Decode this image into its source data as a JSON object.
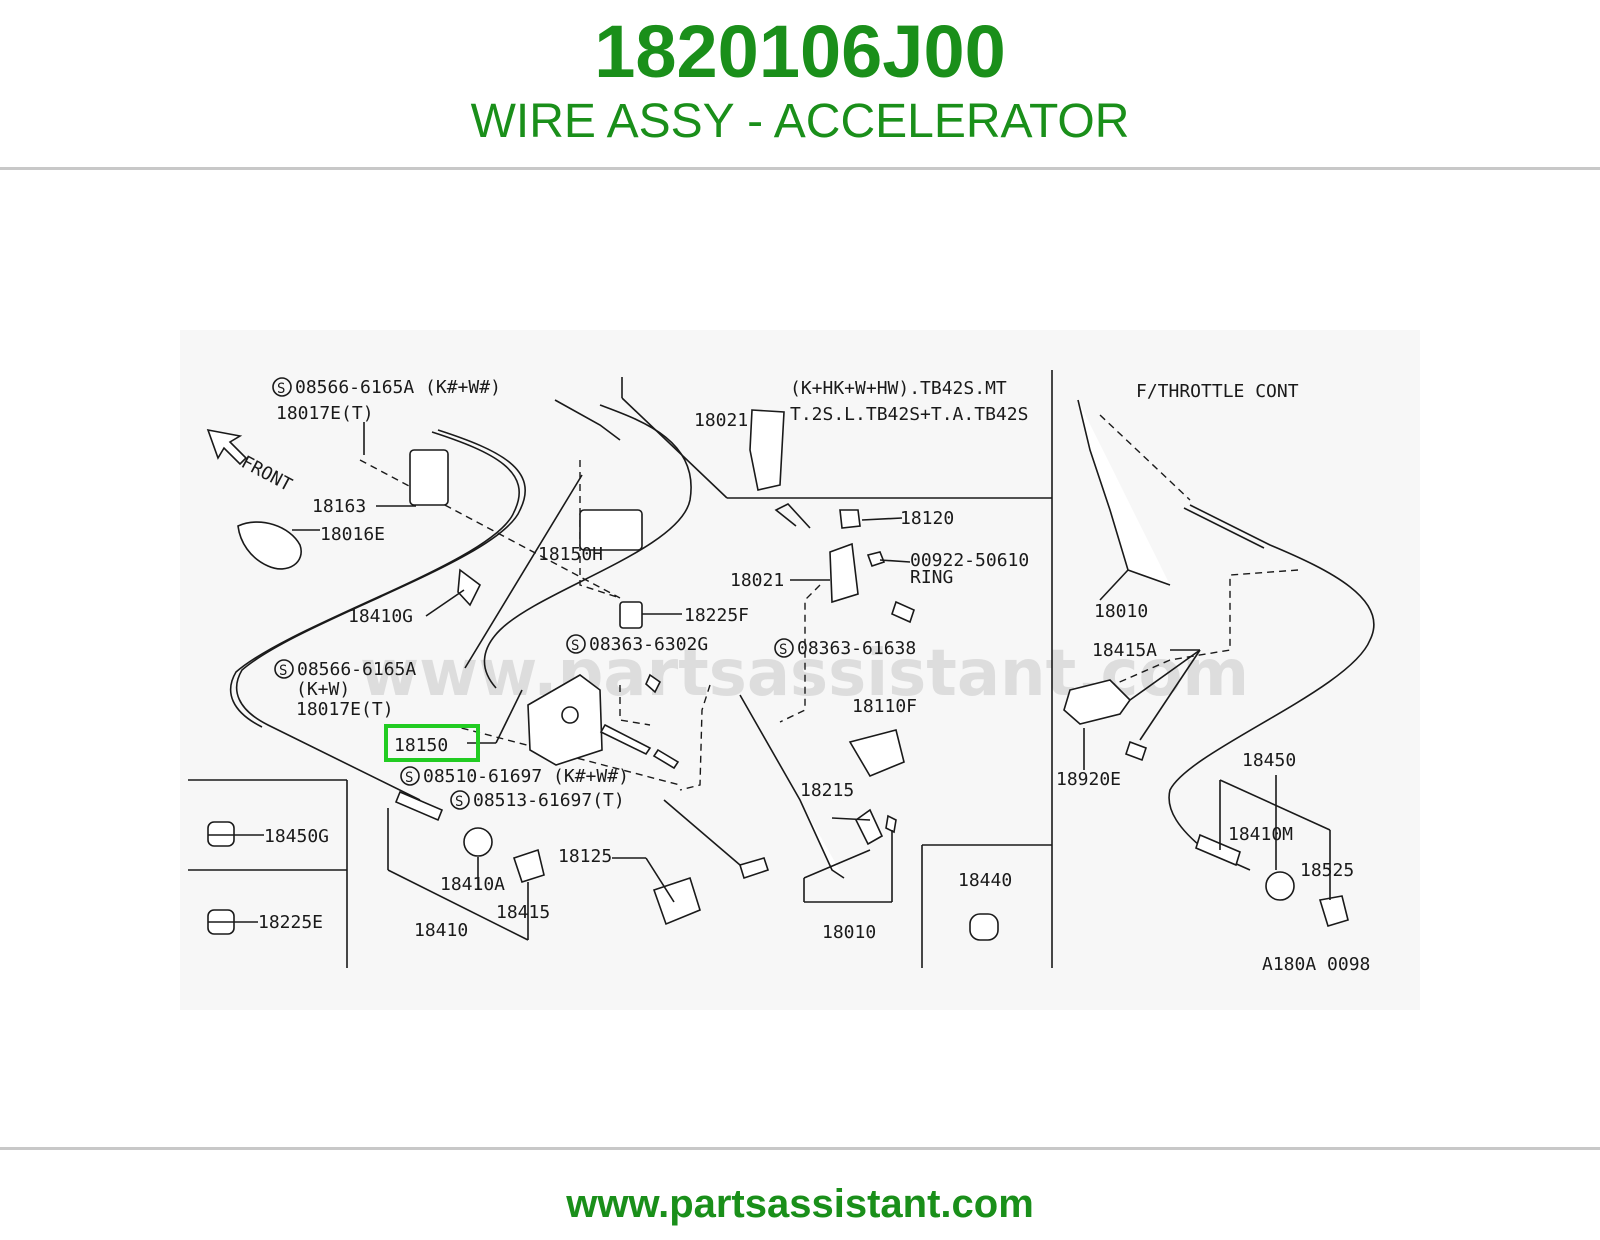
{
  "header": {
    "part_number": "1820106J00",
    "part_description": "WIRE ASSY - ACCELERATOR"
  },
  "diagram": {
    "watermark": "www.partsassistant.com",
    "diagram_code": "A180A 0098",
    "highlighted_part": "18150",
    "front_label": "FRONT",
    "labels": {
      "l1": "08566-6165A (K#+W#)",
      "l2": "18017E(T)",
      "l3": "18163",
      "l4": "18016E",
      "l5": "18410G",
      "l6": "08566-6165A",
      "l7": "(K+W)",
      "l8": "18017E(T)",
      "l9": "18150",
      "l10": "08510-61697 (K#+W#)",
      "l11": "08513-61697(T)",
      "l12": "18450G",
      "l13": "18225E",
      "l14": "18410A",
      "l15": "18415",
      "l16": "18410",
      "l17": "18125",
      "l18": "18150H",
      "l19": "18225F",
      "l20": "08363-6302G",
      "l21": "18021",
      "l22": "(K+HK+W+HW).TB42S.MT",
      "l23": "T.2S.L.TB42S+T.A.TB42S",
      "l24": "18120",
      "l25": "00922-50610",
      "l26": "RING",
      "l27": "18021",
      "l28": "08363-61638",
      "l29": "18110F",
      "l30": "18215",
      "l31": "18010",
      "l32": "18440",
      "l33": "F/THROTTLE CONT",
      "l34": "18010",
      "l35": "18415A",
      "l36": "18920E",
      "l37": "18450",
      "l38": "18410M",
      "l39": "18525"
    }
  },
  "footer": {
    "url": "www.partsassistant.com"
  },
  "colors": {
    "brand_green": "#1a8f1a",
    "highlight_green": "#22cc22",
    "rule_gray": "#c8c8c8"
  }
}
